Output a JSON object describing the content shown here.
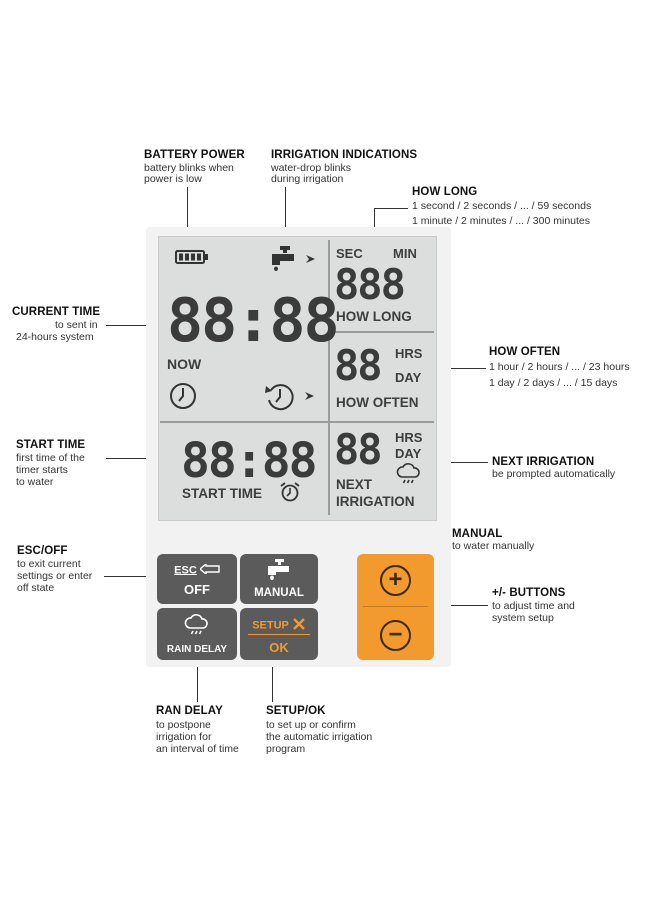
{
  "annotations": {
    "battery_power": {
      "title": "BATTERY POWER",
      "desc": [
        "battery blinks when",
        "power is low"
      ]
    },
    "irrigation_indications": {
      "title": "IRRIGATION INDICATIONS",
      "desc": [
        "water-drop blinks",
        "during irrigation"
      ]
    },
    "how_long": {
      "title": "HOW LONG",
      "desc": [
        "1 second / 2 seconds / ... / 59 seconds",
        "1 minute / 2 minutes / ... / 300 minutes"
      ]
    },
    "current_time": {
      "title": "CURRENT TIME",
      "desc": [
        "to sent in",
        "24-hours system"
      ]
    },
    "how_often": {
      "title": "HOW OFTEN",
      "desc": [
        "1 hour / 2 hours / ... / 23 hours",
        "1 day / 2 days / ... / 15 days"
      ]
    },
    "start_time": {
      "title": "START TIME",
      "desc": [
        "first time of the",
        "timer starts",
        "to water"
      ]
    },
    "next_irrigation": {
      "title": "NEXT IRRIGATION",
      "desc": [
        "be prompted automatically"
      ]
    },
    "manual": {
      "title": "MANUAL",
      "desc": [
        "to water manually"
      ]
    },
    "esc_off": {
      "title": "ESC/OFF",
      "desc": [
        "to exit current",
        "settings or enter",
        "off state"
      ]
    },
    "plus_minus": {
      "title": "+/- BUTTONS",
      "desc": [
        "to adjust time and",
        "system setup"
      ]
    },
    "rain_delay": {
      "title": "RAN DELAY",
      "desc": [
        "to postpone",
        "irrigation for",
        "an interval of time"
      ]
    },
    "setup_ok": {
      "title": "SETUP/OK",
      "desc": [
        "to set up or confirm",
        "the automatic irrigation",
        "program"
      ]
    }
  },
  "lcd": {
    "clock_digits": "88:88",
    "now_label": "NOW",
    "start_digits": "88:88",
    "start_label": "START TIME",
    "sec_label": "SEC",
    "min_label": "MIN",
    "how_long_digits": "888",
    "how_long_label": "HOW LONG",
    "often_digits": "88",
    "hrs_label": "HRS",
    "day_label": "DAY",
    "how_often_label": "HOW OFTEN",
    "next_digits": "88",
    "next_hrs_label": "HRS",
    "next_day_label": "DAY",
    "next_label_1": "NEXT",
    "next_label_2": "IRRIGATION"
  },
  "buttons": {
    "esc_label": "ESC",
    "off_label": "OFF",
    "manual_label": "MANUAL",
    "rain_delay_label": "RAIN DELAY",
    "setup_label": "SETUP",
    "ok_label": "OK",
    "plus_glyph": "+",
    "minus_glyph": "−"
  },
  "icons": [
    "battery-icon",
    "faucet-icon",
    "clock-icon",
    "timer-icon",
    "alarm-icon",
    "rain-cloud-icon",
    "wrench-icon"
  ],
  "colors": {
    "lcd_bg": "#dcdedd",
    "button_gray": "#5b5b5b",
    "accent_orange": "#f29a2e",
    "setup_text": "#f29a2e"
  }
}
